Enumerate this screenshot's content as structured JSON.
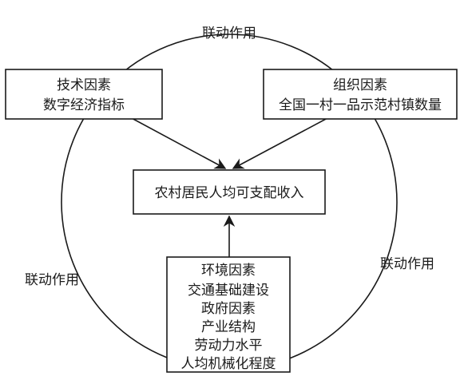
{
  "labels": {
    "top": "联动作用",
    "bottom_left": "联动作用",
    "bottom_right": "联动作用"
  },
  "boxes": {
    "technical": {
      "title": "技术因素",
      "lines": [
        "数字经济指标"
      ]
    },
    "organizational": {
      "title": "组织因素",
      "lines": [
        "全国一村一品示范村镇数量"
      ]
    },
    "center": {
      "title": "农村居民人均可支配收入"
    },
    "environmental": {
      "title": "环境因素",
      "lines": [
        "交通基础建设",
        "政府因素",
        "产业结构",
        "劳动力水平",
        "人均机械化程度"
      ]
    }
  }
}
